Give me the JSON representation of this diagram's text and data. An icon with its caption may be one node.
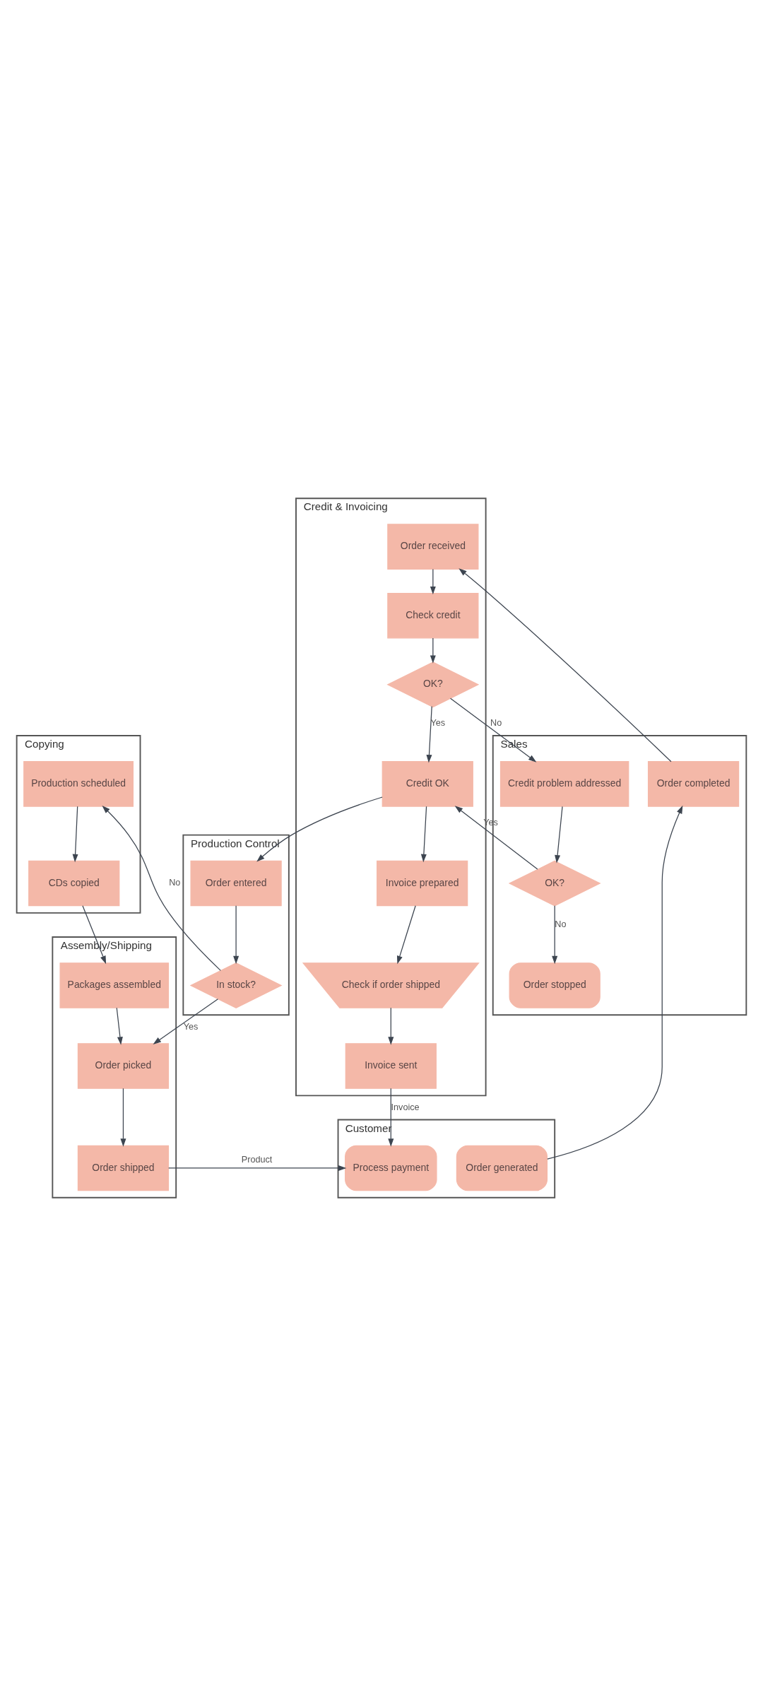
{
  "diagram": {
    "nodes": [
      {
        "text": [
          "Customer"
        ]
      },
      {
        "text": [
          "Sales"
        ]
      },
      {
        "text": [
          "Credit & Invoicing"
        ]
      },
      {
        "text": [
          "Production Control"
        ]
      },
      {
        "text": [
          "Copying"
        ]
      },
      {
        "text": [
          "Assembly/Shipping"
        ]
      },
      {
        "text": [
          "Order generated"
        ],
        "in": 0
      },
      {
        "text": [
          "Process payment"
        ],
        "in": 0
      },
      {
        "text": [
          "Order completed"
        ],
        "in": 1
      },
      {
        "text": [
          "Credit problem addressed"
        ],
        "in": 1
      },
      {
        "text": [
          "OK?"
        ],
        "in": 1
      },
      {
        "text": [
          "Order stopped"
        ],
        "in": 1
      },
      {
        "text": [
          "Order received"
        ],
        "in": 2
      },
      {
        "text": [
          "Check credit"
        ],
        "in": 2
      },
      {
        "text": [
          "OK?"
        ],
        "in": 2
      },
      {
        "text": [
          "Credit OK"
        ],
        "in": 2
      },
      {
        "text": [
          "Invoice prepared"
        ],
        "in": 2
      },
      {
        "text": [
          "Check if order shipped"
        ],
        "in": 2
      },
      {
        "text": [
          "Invoice sent"
        ],
        "in": 2
      },
      {
        "text": [
          "Order entered"
        ],
        "in": 3
      },
      {
        "text": [
          "In stock?"
        ],
        "in": 3
      },
      {
        "text": [
          "Production scheduled"
        ],
        "in": 4
      },
      {
        "text": [
          "CDs copied"
        ],
        "in": 4
      },
      {
        "text": [
          "Packages assembled"
        ],
        "in": 5
      },
      {
        "text": [
          "Order picked"
        ],
        "in": 5
      },
      {
        "text": [
          "Order shipped"
        ],
        "in": 5
      }
    ],
    "edges": [
      {
        "from": 6,
        "to": 8,
        "arrow": "to"
      },
      {
        "from": 8,
        "to": 12,
        "arrow": "to"
      },
      {
        "from": 12,
        "to": 13,
        "arrow": "to"
      },
      {
        "from": 13,
        "to": 14,
        "arrow": "to"
      },
      {
        "from": 14,
        "to": 15,
        "label": "Yes",
        "arrow": "to"
      },
      {
        "from": 14,
        "to": 9,
        "label": "No",
        "arrow": "to"
      },
      {
        "from": 9,
        "to": 10,
        "arrow": "to"
      },
      {
        "from": 10,
        "to": 11,
        "label": "No",
        "arrow": "to"
      },
      {
        "from": 10,
        "to": 15,
        "label": "Yes",
        "arrow": "to"
      },
      {
        "from": 15,
        "to": 16,
        "arrow": "to"
      },
      {
        "from": 16,
        "to": 17,
        "arrow": "to"
      },
      {
        "from": 17,
        "to": 18,
        "arrow": "to"
      },
      {
        "from": 18,
        "to": 7,
        "label": "Invoice",
        "arrow": "to"
      },
      {
        "from": 15,
        "to": 19,
        "arrow": "to"
      },
      {
        "from": 19,
        "to": 20,
        "arrow": "to"
      },
      {
        "from": 20,
        "to": 21,
        "label": "No",
        "arrow": "to"
      },
      {
        "from": 20,
        "to": 24,
        "label": "Yes",
        "arrow": "to"
      },
      {
        "from": 21,
        "to": 22,
        "arrow": "to"
      },
      {
        "from": 22,
        "to": 23,
        "arrow": "to"
      },
      {
        "from": 23,
        "to": 24,
        "arrow": "to"
      },
      {
        "from": 24,
        "to": 25,
        "arrow": "to"
      },
      {
        "from": 25,
        "to": 7,
        "label": "Product",
        "arrow": "to"
      }
    ]
  }
}
